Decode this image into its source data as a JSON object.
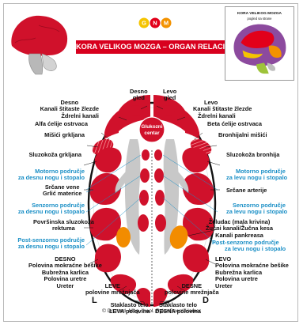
{
  "header": {
    "title": "KORA VELIKOG MOZGA – ORGAN RELACIJA",
    "logo_letters": [
      "G",
      "N",
      "M"
    ]
  },
  "inset": {
    "title": "KORA VELIKOG MOZGA",
    "subtitle": "pogled sa strane"
  },
  "center_label": {
    "line1": "Glukozni",
    "line2": "centar"
  },
  "labels_left": [
    {
      "id": "desno-gled",
      "lines": [
        "Desno",
        "gled"
      ],
      "blue": false
    },
    {
      "id": "desno-kanali",
      "lines": [
        "Desno",
        "Kanali štitaste žlezde",
        "Ždrelni kanali"
      ],
      "blue": false
    },
    {
      "id": "alfa",
      "lines": [
        "Alfa ćelije ostrvaca"
      ],
      "blue": false
    },
    {
      "id": "misici-grkljana",
      "lines": [
        "Mišići grkljana"
      ],
      "blue": false
    },
    {
      "id": "sluzokoza-grkljana",
      "lines": [
        "Sluzokoža grkljana"
      ],
      "blue": false
    },
    {
      "id": "motorno-desnu",
      "lines": [
        "Motorno područje",
        "za desnu nogu i stopalo"
      ],
      "blue": true
    },
    {
      "id": "srcane-vene",
      "lines": [
        "Srčane vene",
        "Grlić materice"
      ],
      "blue": false
    },
    {
      "id": "senzorno-desnu",
      "lines": [
        "Senzorno područje",
        "za desnu nogu i stopalo"
      ],
      "blue": true
    },
    {
      "id": "povrsinska",
      "lines": [
        "Površinska sluzokoža",
        "rektuma"
      ],
      "blue": false
    },
    {
      "id": "post-desnu",
      "lines": [
        "Post-senzorno područje",
        "za desnu nogu i stopalo"
      ],
      "blue": true
    },
    {
      "id": "desno-bottom",
      "lines": [
        "DESNO",
        "Polovina mokraćne bešike",
        "Bubrežna karlica",
        "Polovina uretre",
        "Ureter"
      ],
      "blue": false
    },
    {
      "id": "leve-mreznjaca",
      "lines": [
        "LEVE",
        "polovine mrežnjača"
      ],
      "blue": false
    },
    {
      "id": "staklasto-leva",
      "lines": [
        "Staklasto telo",
        "LEVA polovina"
      ],
      "blue": false
    }
  ],
  "labels_right": [
    {
      "id": "levo-gled",
      "lines": [
        "Levo",
        "gled"
      ],
      "blue": false
    },
    {
      "id": "levo-kanali",
      "lines": [
        "Levo",
        "Kanali štitaste žlezde",
        "Ždrelni kanali"
      ],
      "blue": false
    },
    {
      "id": "beta",
      "lines": [
        "Beta ćelije ostrvaca"
      ],
      "blue": false
    },
    {
      "id": "bronhijalni",
      "lines": [
        "Bronhijalni mišići"
      ],
      "blue": false
    },
    {
      "id": "sluzokoza-bronhija",
      "lines": [
        "Sluzokoža bronhija"
      ],
      "blue": false
    },
    {
      "id": "motorno-levu",
      "lines": [
        "Motorno područje",
        "za levu nogu i stopalo"
      ],
      "blue": true
    },
    {
      "id": "srcane-arterije",
      "lines": [
        "Srčane arterije"
      ],
      "blue": false
    },
    {
      "id": "senzorno-levu",
      "lines": [
        "Senzorno područje",
        "za levu nogu i stopalo"
      ],
      "blue": true
    },
    {
      "id": "zeludac",
      "lines": [
        "Želudac (mala krivina)",
        "Žučni kanali/Žučna kesa",
        "Kanali pankreasa"
      ],
      "blue": false
    },
    {
      "id": "post-levu",
      "lines": [
        "Post-senzorno područje",
        "za levu nogu i stopalo"
      ],
      "blue": true
    },
    {
      "id": "levo-bottom",
      "lines": [
        "LEVO",
        "Polovina mokraćne bešike",
        "Bubrežna karlica",
        "Polovina uretre",
        "Ureter"
      ],
      "blue": false
    },
    {
      "id": "desne-mreznjaca",
      "lines": [
        "DESNE",
        "polovine mrežnjača"
      ],
      "blue": false
    },
    {
      "id": "staklasto-desna",
      "lines": [
        "Staklasto telo",
        "DESNA polovina"
      ],
      "blue": false
    }
  ],
  "side_letters": {
    "left": "L",
    "right": "D"
  },
  "copyright": "© Dr. med. Mag. theol. Ryke Geerd Hamer",
  "colors": {
    "red": "#d0112b",
    "orange": "#f28c00",
    "gray": "#c8c8c8",
    "header_red": "#d8001e",
    "blue_text": "#1a8fc6"
  }
}
